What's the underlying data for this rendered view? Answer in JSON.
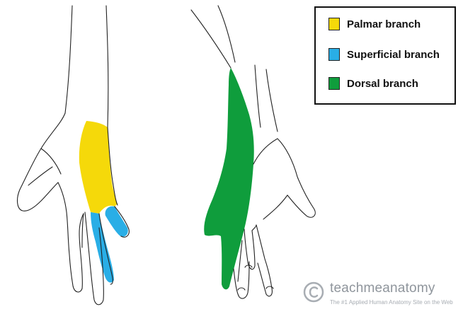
{
  "legend": {
    "items": [
      {
        "label": "Palmar branch",
        "color": "#f5d90a"
      },
      {
        "label": "Superficial branch",
        "color": "#29aee6"
      },
      {
        "label": "Dorsal branch",
        "color": "#0f9d3c"
      }
    ]
  },
  "watermark": {
    "logo_icon": "copyright-icon",
    "name": "teachmeanatomy",
    "tagline": "The #1 Applied Human Anatomy Site on the Web"
  }
}
